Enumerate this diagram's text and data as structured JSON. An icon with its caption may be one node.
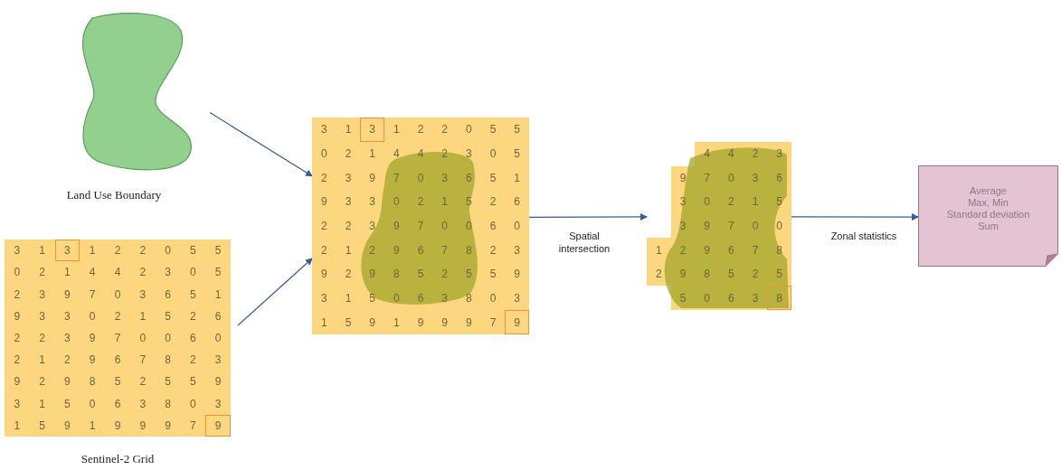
{
  "diagram": {
    "nodes": [
      {
        "text": [
          "Land Use Boundary"
        ]
      },
      {
        "text": [
          "Sentinel-2 Grid"
        ]
      },
      {
        "text": [],
        "shape": "box"
      },
      {
        "text": [],
        "shape": "box"
      },
      {
        "text": [
          "Average",
          "Max, Min",
          "Standard deviation",
          "Sum"
        ]
      }
    ],
    "edges": [
      {
        "from": 0,
        "to": 2,
        "arrow": "to"
      },
      {
        "from": 1,
        "to": 2,
        "arrow": "to"
      },
      {
        "from": 2,
        "to": 3,
        "arrow": "to",
        "label": "Spatial intersection"
      },
      {
        "from": 3,
        "to": 4,
        "arrow": "to",
        "label": "Zonal statistics"
      }
    ],
    "labels": [
      "3",
      "1",
      "3",
      "1",
      "2",
      "2",
      "0",
      "5",
      "5",
      "0",
      "2",
      "1",
      "4",
      "4",
      "2",
      "3",
      "0",
      "5",
      "2",
      "3",
      "9",
      "7",
      "0",
      "3",
      "6",
      "5",
      "1",
      "9",
      "3",
      "3",
      "0",
      "2",
      "1",
      "5",
      "2",
      "6",
      "2",
      "2",
      "3",
      "9",
      "7",
      "0",
      "0",
      "6",
      "0",
      "2",
      "1",
      "2",
      "9",
      "6",
      "7",
      "8",
      "2",
      "3",
      "9",
      "2",
      "9",
      "8",
      "5",
      "2",
      "5",
      "5",
      "9",
      "3",
      "1",
      "5",
      "0",
      "6",
      "3",
      "8",
      "0",
      "3",
      "1",
      "5",
      "9",
      "1",
      "9",
      "9",
      "9",
      "7",
      "9",
      "3",
      "1",
      "3",
      "1",
      "2",
      "2",
      "0",
      "5",
      "5",
      "0",
      "2",
      "1",
      "4",
      "4",
      "2",
      "3",
      "0",
      "5",
      "2",
      "3",
      "9",
      "7",
      "0",
      "3",
      "6",
      "5",
      "1",
      "9",
      "3",
      "3",
      "0",
      "2",
      "1",
      "5",
      "2",
      "6",
      "2",
      "2",
      "3",
      "9",
      "7",
      "0",
      "0",
      "6",
      "0",
      "2",
      "1",
      "2",
      "9",
      "6",
      "7",
      "8",
      "2",
      "3",
      "9",
      "2",
      "9",
      "8",
      "5",
      "2",
      "5",
      "5",
      "9",
      "3",
      "1",
      "5",
      "0",
      "6",
      "3",
      "8",
      "0",
      "3",
      "1",
      "5",
      "9",
      "1",
      "9",
      "9",
      "9",
      "7",
      "9",
      "4",
      "4",
      "2",
      "3",
      "9",
      "7",
      "0",
      "3",
      "6",
      "3",
      "0",
      "2",
      "1",
      "5",
      "3",
      "9",
      "7",
      "0",
      "0",
      "1",
      "2",
      "9",
      "6",
      "7",
      "8",
      "2",
      "9",
      "8",
      "5",
      "2",
      "5",
      "5",
      "0",
      "6",
      "3",
      "8"
    ]
  }
}
